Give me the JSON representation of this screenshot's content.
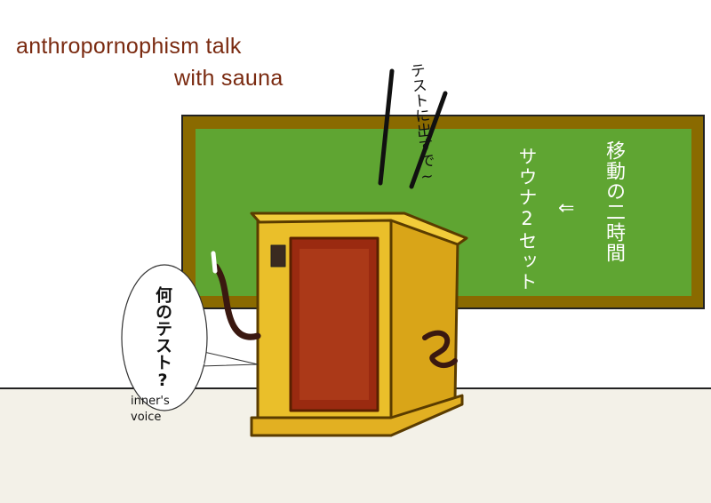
{
  "title": {
    "line1": "anthropornophism talk",
    "line2": "with sauna"
  },
  "chalkboard": {
    "line1": "移動の二時間",
    "arrow": "⇐",
    "line2": "サウナ2セット"
  },
  "sauna_speech": "テストに出すで~",
  "bubble": {
    "text": "何のテスト?",
    "caption": "inner's voice"
  },
  "colors": {
    "title": "#7a2a10",
    "board": "#5fa532",
    "frame": "#8a6a00",
    "sauna": "#e8b820",
    "door": "#9a2a10",
    "floor": "#f3f1e8"
  }
}
